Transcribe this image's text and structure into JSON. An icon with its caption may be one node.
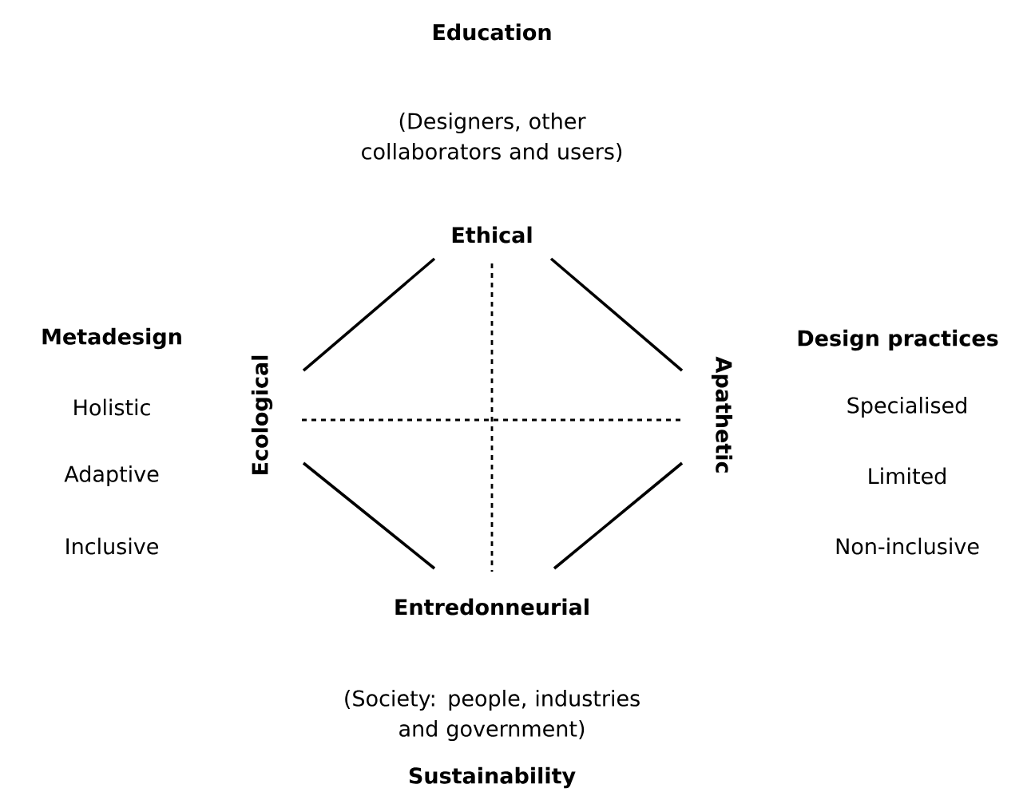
{
  "diagram": {
    "nodes": [
      {
        "text": [
          "Ethical"
        ]
      },
      {
        "text": [
          "Ecological"
        ]
      },
      {
        "text": [
          "Apathetic"
        ]
      },
      {
        "text": [
          "Entredonneurial"
        ]
      }
    ],
    "edges": [
      {
        "from": 0,
        "to": 1,
        "arrow": "none"
      },
      {
        "from": 0,
        "to": 2,
        "arrow": "none"
      },
      {
        "from": 1,
        "to": 3,
        "arrow": "none"
      },
      {
        "from": 2,
        "to": 3,
        "arrow": "none"
      },
      {
        "from": 0,
        "to": 3,
        "arrow": "none",
        "style": "dashed"
      },
      {
        "from": 1,
        "to": 2,
        "arrow": "none",
        "style": "dashed"
      }
    ],
    "labels": [
      "Education",
      "(Designers, other collaborators and users)",
      "Metadesign",
      "Holistic",
      "Adaptive",
      "Inclusive",
      "Design practices",
      "Specialised",
      "Limited",
      "Non-inclusive",
      "(Society: people, industries and government)",
      "Sustainability"
    ]
  }
}
